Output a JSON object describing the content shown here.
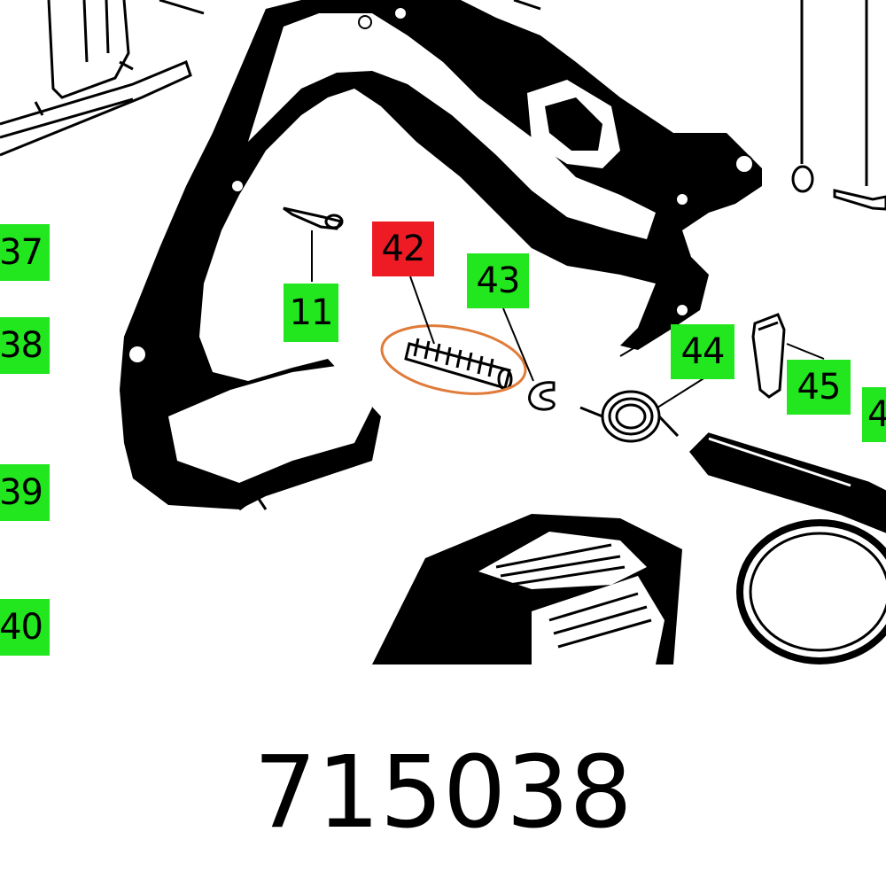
{
  "diagram": {
    "labels": [
      {
        "id": "37",
        "text": "37",
        "highlight": false
      },
      {
        "id": "38",
        "text": "38",
        "highlight": false
      },
      {
        "id": "39",
        "text": "39",
        "highlight": false
      },
      {
        "id": "40",
        "text": "40",
        "highlight": false
      },
      {
        "id": "11",
        "text": "11",
        "highlight": false
      },
      {
        "id": "42",
        "text": "42",
        "highlight": true
      },
      {
        "id": "43",
        "text": "43",
        "highlight": false
      },
      {
        "id": "44",
        "text": "44",
        "highlight": false
      },
      {
        "id": "45",
        "text": "45",
        "highlight": false
      },
      {
        "id": "46",
        "text": "4",
        "highlight": false
      }
    ],
    "colors": {
      "label_green": "#22e61e",
      "label_red": "#ee1b24",
      "highlight_ring": "#e07b39",
      "ink": "#000000"
    }
  },
  "part_number": "715038"
}
